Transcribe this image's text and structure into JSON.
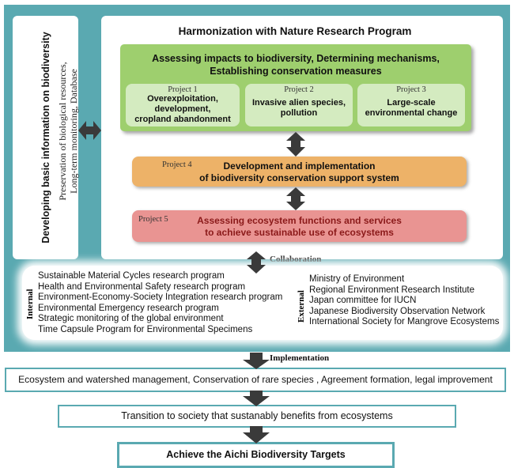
{
  "left_panel": {
    "title": "Developing basic information on biodiversity",
    "subtitle_line1": "Preservation of biological resources,",
    "subtitle_line2": "Long-term monitoring, Database"
  },
  "program": {
    "title": "Harmonization with Nature Research Program",
    "heading_line1": "Assessing impacts to biodiversity, Determining mechanisms,",
    "heading_line2": "Establishing conservation measures",
    "projects": [
      {
        "label": "Project 1",
        "line1": "Overexploitation,",
        "line2": "development,",
        "line3": "cropland abandonment"
      },
      {
        "label": "Project 2",
        "line1": "Invasive alien species,",
        "line2": "pollution"
      },
      {
        "label": "Project 3",
        "line1": "Large-scale",
        "line2": "environmental change"
      }
    ],
    "project4": {
      "label": "Project 4",
      "line1": "Development and implementation",
      "line2": "of biodiversity conservation support system"
    },
    "project5": {
      "label": "Project 5",
      "line1": "Assessing ecosystem functions and services",
      "line2": "to achieve sustainable use of ecosystems"
    }
  },
  "collaboration": {
    "label": "Collaboration",
    "internal_label": "Internal",
    "external_label": "External",
    "internal": [
      "Sustainable Material Cycles research program",
      "Health and Environmental Safety research program",
      "Environment-Economy-Society Integration research program",
      "Environmental Emergency research program",
      "Strategic monitoring of the global environment",
      "Time Capsule Program for Environmental Specimens"
    ],
    "external": [
      "Ministry of Environment",
      "Regional Environment Research Institute",
      "Japan committee for IUCN",
      "Japanese Biodiversity Observation Network",
      "International Society for Mangrove Ecosystems"
    ]
  },
  "implementation": {
    "label": "Implementation",
    "text": "Ecosystem and watershed management, Conservation of rare species , Agreement formation, legal improvement"
  },
  "transition": "Transition to society that sustanably benefits from ecosystems",
  "goal": "Achieve the Aichi Biodiversity Targets",
  "colors": {
    "frame": "#5aa9b1",
    "green": "#9ecf6e",
    "light_green": "#d4ebc0",
    "orange": "#edb268",
    "pink": "#e99492",
    "project5_text": "#8b1a1a",
    "arrow": "#3a3a3a"
  }
}
